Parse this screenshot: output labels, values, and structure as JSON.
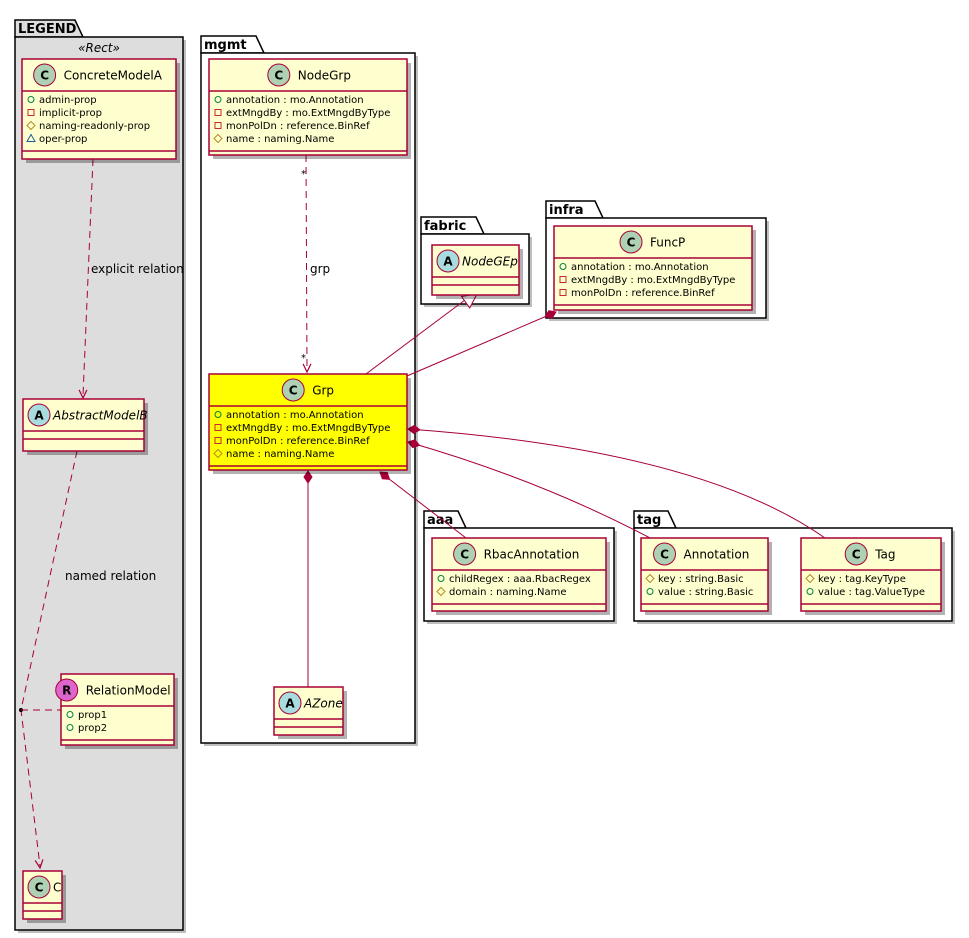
{
  "diagram": {
    "colors": {
      "class_fill": "#fefece",
      "class_border": "#a80036",
      "highlight_fill": "#ffff00",
      "legend_fill": "#dddddd",
      "relation": "#a80036",
      "icon_class": "#add1b2",
      "icon_abstract": "#a9dcdf",
      "icon_relation": "#dd66cc",
      "vis_public": "#038048",
      "vis_private": "#c82930",
      "vis_protected": "#b38d22",
      "vis_package": "#1963a0"
    },
    "packages": [
      {
        "id": "legend",
        "label": "LEGEND",
        "stereotype": "«Rect»"
      },
      {
        "id": "mgmt",
        "label": "mgmt"
      },
      {
        "id": "fabric",
        "label": "fabric"
      },
      {
        "id": "infra",
        "label": "infra"
      },
      {
        "id": "aaa",
        "label": "aaa"
      },
      {
        "id": "tag",
        "label": "tag"
      }
    ],
    "classes": [
      {
        "id": "ConcreteModelA",
        "name": "ConcreteModelA",
        "kind": "C",
        "package": "legend",
        "attributes": [
          {
            "vis": "public",
            "text": "admin-prop"
          },
          {
            "vis": "private",
            "text": "implicit-prop"
          },
          {
            "vis": "protected",
            "text": "naming-readonly-prop"
          },
          {
            "vis": "package",
            "text": "oper-prop"
          }
        ]
      },
      {
        "id": "AbstractModelB",
        "name": "AbstractModelB",
        "kind": "A",
        "package": "legend",
        "attributes": []
      },
      {
        "id": "RelationModel",
        "name": "RelationModel",
        "kind": "R",
        "package": "legend",
        "attributes": [
          {
            "vis": "public",
            "text": "prop1"
          },
          {
            "vis": "public",
            "text": "prop2"
          }
        ]
      },
      {
        "id": "C",
        "name": "C",
        "kind": "C",
        "package": "legend",
        "attributes": []
      },
      {
        "id": "NodeGrp",
        "name": "NodeGrp",
        "kind": "C",
        "package": "mgmt",
        "attributes": [
          {
            "vis": "public",
            "text": "annotation : mo.Annotation"
          },
          {
            "vis": "private",
            "text": "extMngdBy : mo.ExtMngdByType"
          },
          {
            "vis": "private",
            "text": "monPolDn : reference.BinRef"
          },
          {
            "vis": "protected",
            "text": "name : naming.Name"
          }
        ]
      },
      {
        "id": "Grp",
        "name": "Grp",
        "kind": "C",
        "package": "mgmt",
        "highlight": true,
        "attributes": [
          {
            "vis": "public",
            "text": "annotation : mo.Annotation"
          },
          {
            "vis": "private",
            "text": "extMngdBy : mo.ExtMngdByType"
          },
          {
            "vis": "private",
            "text": "monPolDn : reference.BinRef"
          },
          {
            "vis": "protected",
            "text": "name : naming.Name"
          }
        ]
      },
      {
        "id": "AZone",
        "name": "AZone",
        "kind": "A",
        "package": "mgmt",
        "attributes": []
      },
      {
        "id": "NodeGEp",
        "name": "NodeGEp",
        "kind": "A",
        "package": "fabric",
        "attributes": []
      },
      {
        "id": "FuncP",
        "name": "FuncP",
        "kind": "C",
        "package": "infra",
        "attributes": [
          {
            "vis": "public",
            "text": "annotation : mo.Annotation"
          },
          {
            "vis": "private",
            "text": "extMngdBy : mo.ExtMngdByType"
          },
          {
            "vis": "private",
            "text": "monPolDn : reference.BinRef"
          }
        ]
      },
      {
        "id": "RbacAnnotation",
        "name": "RbacAnnotation",
        "kind": "C",
        "package": "aaa",
        "attributes": [
          {
            "vis": "public",
            "text": "childRegex : aaa.RbacRegex"
          },
          {
            "vis": "protected",
            "text": "domain : naming.Name"
          }
        ]
      },
      {
        "id": "Annotation",
        "name": "Annotation",
        "kind": "C",
        "package": "tag",
        "attributes": [
          {
            "vis": "protected",
            "text": "key : string.Basic"
          },
          {
            "vis": "public",
            "text": "value : string.Basic"
          }
        ]
      },
      {
        "id": "Tag",
        "name": "Tag",
        "kind": "C",
        "package": "tag",
        "attributes": [
          {
            "vis": "protected",
            "text": "key : tag.KeyType"
          },
          {
            "vis": "public",
            "text": "value : tag.ValueType"
          }
        ]
      }
    ],
    "relations": [
      {
        "id": "explicit",
        "from": "ConcreteModelA",
        "to": "AbstractModelB",
        "type": "dependency",
        "label": "explicit relation"
      },
      {
        "id": "named",
        "from": "AbstractModelB",
        "to": "C",
        "type": "dependency",
        "label": "named relation",
        "association_class": "RelationModel"
      },
      {
        "id": "grp",
        "from": "NodeGrp",
        "to": "Grp",
        "type": "dependency",
        "label": "grp",
        "from_mult": "*",
        "to_mult": "*"
      },
      {
        "id": "inherit",
        "from": "Grp",
        "to": "NodeGEp",
        "type": "inheritance"
      },
      {
        "id": "funcp-grp",
        "from": "FuncP",
        "to": "Grp",
        "type": "composition"
      },
      {
        "id": "grp-azone",
        "from": "Grp",
        "to": "AZone",
        "type": "composition"
      },
      {
        "id": "grp-rbac",
        "from": "Grp",
        "to": "RbacAnnotation",
        "type": "composition"
      },
      {
        "id": "grp-annotation",
        "from": "Grp",
        "to": "Annotation",
        "type": "composition"
      },
      {
        "id": "grp-tag",
        "from": "Grp",
        "to": "Tag",
        "type": "composition"
      }
    ]
  }
}
